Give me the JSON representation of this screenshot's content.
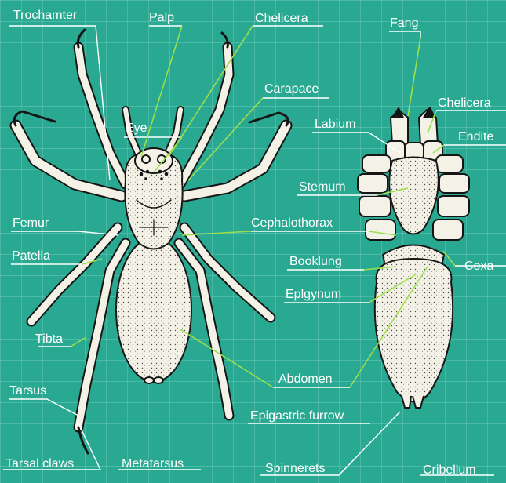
{
  "colors": {
    "background": "#2aa992",
    "grid": "#5fc3b1",
    "label_text": "#ffffff",
    "leader_line": "#ffffff",
    "pointer_line": "#9be04a",
    "body_fill": "#f4f1e6",
    "body_outline": "#151515"
  },
  "labels": {
    "trochamter": "Trochamter",
    "palp": "Palp",
    "chelicera_left": "Chelicera",
    "carapace": "Carapace",
    "eye": "Eye",
    "femur": "Femur",
    "patella": "Patella",
    "tibta": "Tibta",
    "tarsus": "Tarsus",
    "tarsal_claws": "Tarsal claws",
    "metatarsus": "Metatarsus",
    "fang": "Fang",
    "chelicera_right": "Chelicera",
    "labium": "Labium",
    "endite": "Endite",
    "stemum": "Stemum",
    "cephalothorax": "Cephalothorax",
    "booklung": "Booklung",
    "coxa": "Coxa",
    "eplgynum": "Eplgynum",
    "abdomen": "Abdomen",
    "epigastric_furrow": "Epigastric furrow",
    "spinnerets": "Spinnerets",
    "cribellum": "Cribellum"
  }
}
